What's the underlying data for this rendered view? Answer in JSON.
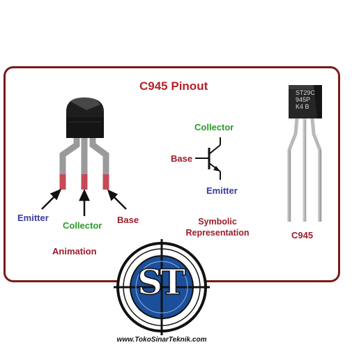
{
  "title": "C945 Pinout",
  "animation": {
    "caption": "Animation",
    "pins": {
      "emitter": "Emitter",
      "collector": "Collector",
      "base": "Base"
    }
  },
  "symbol": {
    "caption_line1": "Symbolic",
    "caption_line2": "Representation",
    "collector": "Collector",
    "base": "Base",
    "emitter": "Emitter"
  },
  "photo": {
    "caption": "C945",
    "marking_line1": "ST29C",
    "marking_line2": "945P",
    "marking_line3": "K4 B"
  },
  "logo": {
    "initials": "ST",
    "website": "www.TokoSinarTeknik.com"
  },
  "colors": {
    "frame": "#7a1a1a",
    "title": "#b8202a",
    "emitter": "#3a3a9e",
    "collector": "#2a9a2a",
    "base": "#9c1b2a"
  },
  "icons": [
    "transistor-3d-icon",
    "npn-symbol-icon",
    "transistor-photo-icon",
    "crosshair-logo-icon"
  ]
}
